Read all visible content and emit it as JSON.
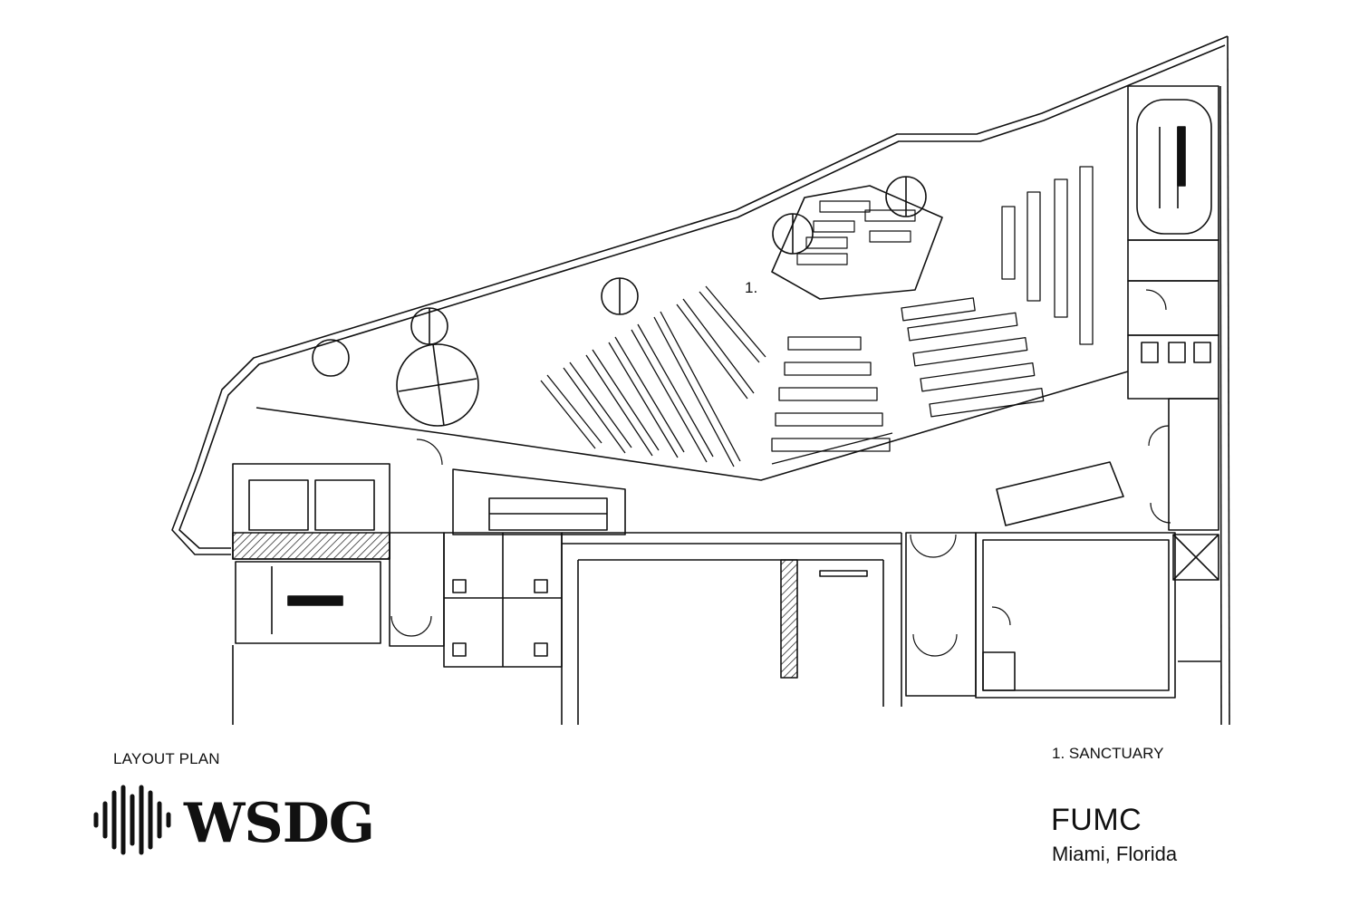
{
  "drawing": {
    "layout_label": "LAYOUT PLAN",
    "legend": "1. SANCTUARY",
    "room_number": "1."
  },
  "project": {
    "name": "FUMC",
    "location": "Miami, Florida"
  },
  "brand": {
    "logo_text": "WSDG",
    "logo_icon": "soundwave-icon",
    "color": "#111111"
  }
}
